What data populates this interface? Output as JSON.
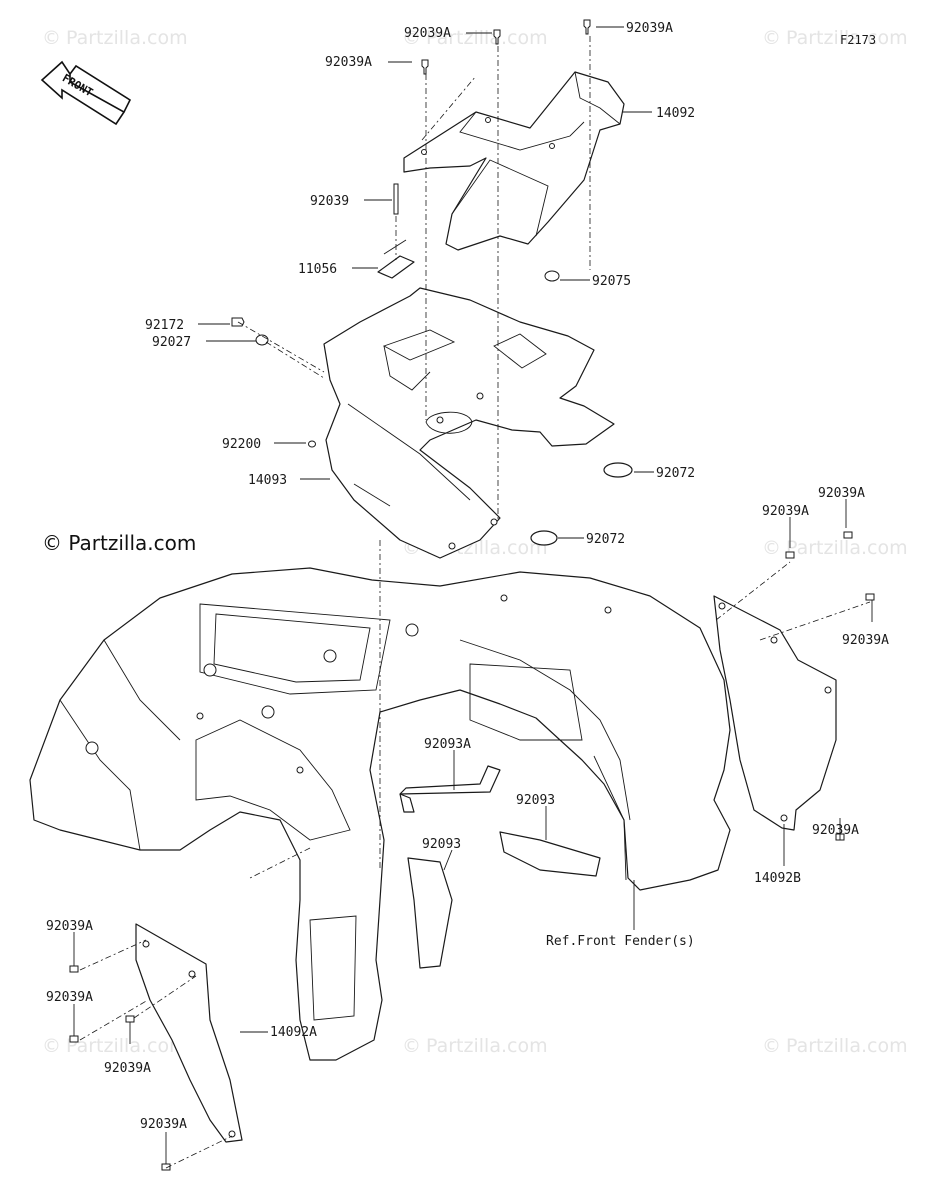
{
  "figure_code": "F2173",
  "front_arrow_label": "FRONT",
  "watermark_brand": "Partzilla.com",
  "watermark_symbol": "©",
  "main_watermark": "© Partzilla.com",
  "reference_note": "Ref.Front Fender(s)",
  "colors": {
    "ink": "#1a1a1a",
    "watermark": "#e4e4e4",
    "paper": "#ffffff"
  },
  "part_labels": [
    {
      "id": "l1",
      "text": "92039A"
    },
    {
      "id": "l2",
      "text": "92039A"
    },
    {
      "id": "l3",
      "text": "92039A"
    },
    {
      "id": "l4",
      "text": "14092"
    },
    {
      "id": "l5",
      "text": "92039"
    },
    {
      "id": "l6",
      "text": "11056"
    },
    {
      "id": "l7",
      "text": "92075"
    },
    {
      "id": "l8",
      "text": "92172"
    },
    {
      "id": "l9",
      "text": "92027"
    },
    {
      "id": "l10",
      "text": "92200"
    },
    {
      "id": "l11",
      "text": "14093"
    },
    {
      "id": "l12",
      "text": "92072"
    },
    {
      "id": "l13",
      "text": "92072"
    },
    {
      "id": "l14",
      "text": "92039A"
    },
    {
      "id": "l15",
      "text": "92039A"
    },
    {
      "id": "l16",
      "text": "92039A"
    },
    {
      "id": "l17",
      "text": "92093A"
    },
    {
      "id": "l18",
      "text": "92093"
    },
    {
      "id": "l19",
      "text": "92093"
    },
    {
      "id": "l20",
      "text": "92039A"
    },
    {
      "id": "l21",
      "text": "14092B"
    },
    {
      "id": "l22",
      "text": "92039A"
    },
    {
      "id": "l23",
      "text": "92039A"
    },
    {
      "id": "l24",
      "text": "92039A"
    },
    {
      "id": "l25",
      "text": "14092A"
    },
    {
      "id": "l26",
      "text": "92039A"
    }
  ]
}
